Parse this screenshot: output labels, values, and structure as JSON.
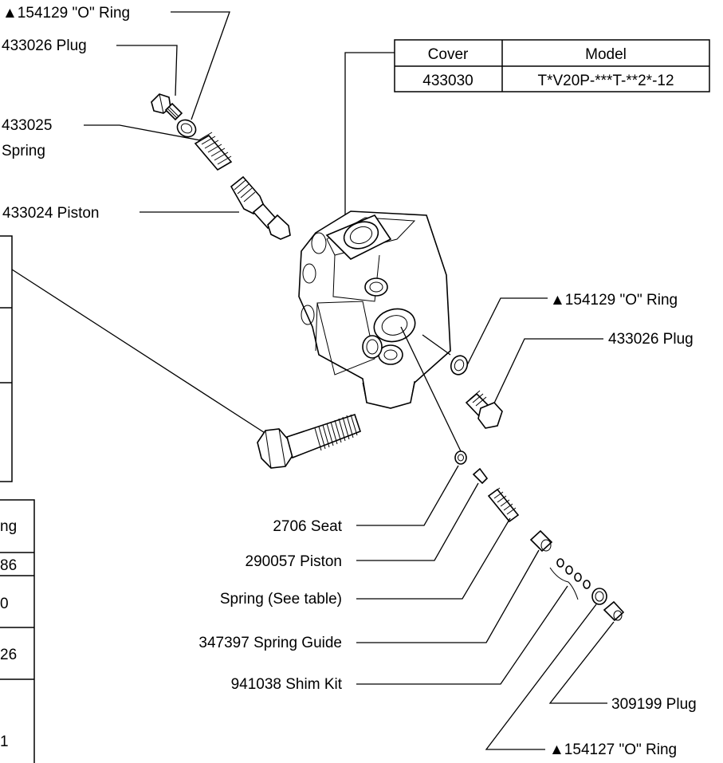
{
  "labels": {
    "oring_top": "▲154129 \"O\" Ring",
    "plug_top": "433026 Plug",
    "spring_top_1": "433025",
    "spring_top_2": "Spring",
    "piston_top": "433024 Piston",
    "oring_right": "▲154129 \"O\" Ring",
    "plug_right": "433026 Plug",
    "seat": "2706 Seat",
    "piston_small": "290057 Piston",
    "spring_table": "Spring (See table)",
    "spring_guide": "347397 Spring Guide",
    "shim_kit": "941038 Shim Kit",
    "plug_bottom": "309199 Plug",
    "oring_bottom": "▲154127 \"O\" Ring"
  },
  "cover_table": {
    "headers": [
      "Cover",
      "Model"
    ],
    "rows": [
      [
        "433030",
        "T*V20P-***T-**2*-12"
      ]
    ]
  },
  "left_table_fragments": [
    "ng",
    "86",
    "0",
    "26",
    "1"
  ],
  "colors": {
    "line": "#000000",
    "background": "#ffffff"
  }
}
